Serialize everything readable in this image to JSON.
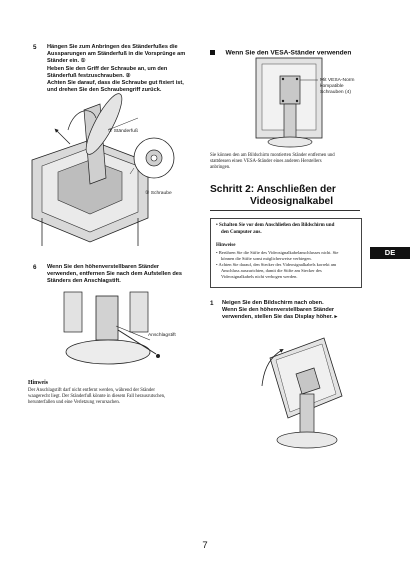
{
  "left": {
    "step5": {
      "number": "5",
      "lines": [
        "Hängen Sie zum Anbringen des Ständerfußes die",
        "Aussparungen am Ständerfuß in die Vorsprünge am",
        "Ständer ein. ①",
        "Heben Sie den Griff der Schraube an, um den",
        "Ständerfuß festzuschrauben. ②",
        "Achten Sie darauf, dass die Schraube gut fixiert ist,",
        "und drehen Sie den Schraubengriff zurück."
      ],
      "label_foot": "① Ständerfuß",
      "label_screw": "② Schraube"
    },
    "step6": {
      "number": "6",
      "lines": [
        "Wenn Sie den höhenverstellbaren Ständer",
        "verwenden, entfernen Sie nach dem Aufstellen des",
        "Ständers den Anschlagstift."
      ],
      "label_pin": "Anschlagstift"
    },
    "hint": {
      "title": "Hinweis",
      "lines": [
        "Der Anschlagstift darf nicht entfernt werden, während der Ständer",
        "waagerecht liegt. Der Ständerfuß könnte in diesem Fall herausrutschen,",
        "herunterfallen und eine Verletzung verursachen."
      ]
    }
  },
  "right": {
    "vesa": {
      "title": "Wenn Sie den VESA-Ständer verwenden",
      "callout_lines": [
        "Mit VESA-Norm",
        "kompatible",
        "Schrauben (4)"
      ],
      "body_lines": [
        "Sie können den am Bildschirm montierten Ständer entfernen und",
        "stattdessen einen VESA-Ständer eines anderen Herstellers",
        "anbringen."
      ]
    },
    "section2": {
      "title_line1": "Schritt 2: Anschließen der",
      "title_line2": "Videosignalkabel"
    },
    "notebox": {
      "bullet_lines": [
        "Schalten Sie vor dem Anschließen den Bildschirm und",
        "den Computer aus."
      ],
      "hint_title": "Hinweise",
      "hint_lines": [
        "Berühren Sie die Stifte des Videosignalkabelanschlusses nicht. Sie",
        "können die Stifte sonst möglicherweise verbiegen.",
        "Achten Sie darauf, den Stecker des Videosignalkabels korrekt am",
        "Anschluss auszurichten, damit die Stifte am Stecker des",
        "Videosignalkabels nicht verbogen werden."
      ]
    },
    "step1": {
      "number": "1",
      "lines": [
        "Neigen Sie den Bildschirm nach oben.",
        "Wenn Sie den höhenverstellbaren Ständer",
        "verwenden, stellen Sie das Display höher."
      ]
    }
  },
  "side_tab": "DE",
  "page_number": "7"
}
